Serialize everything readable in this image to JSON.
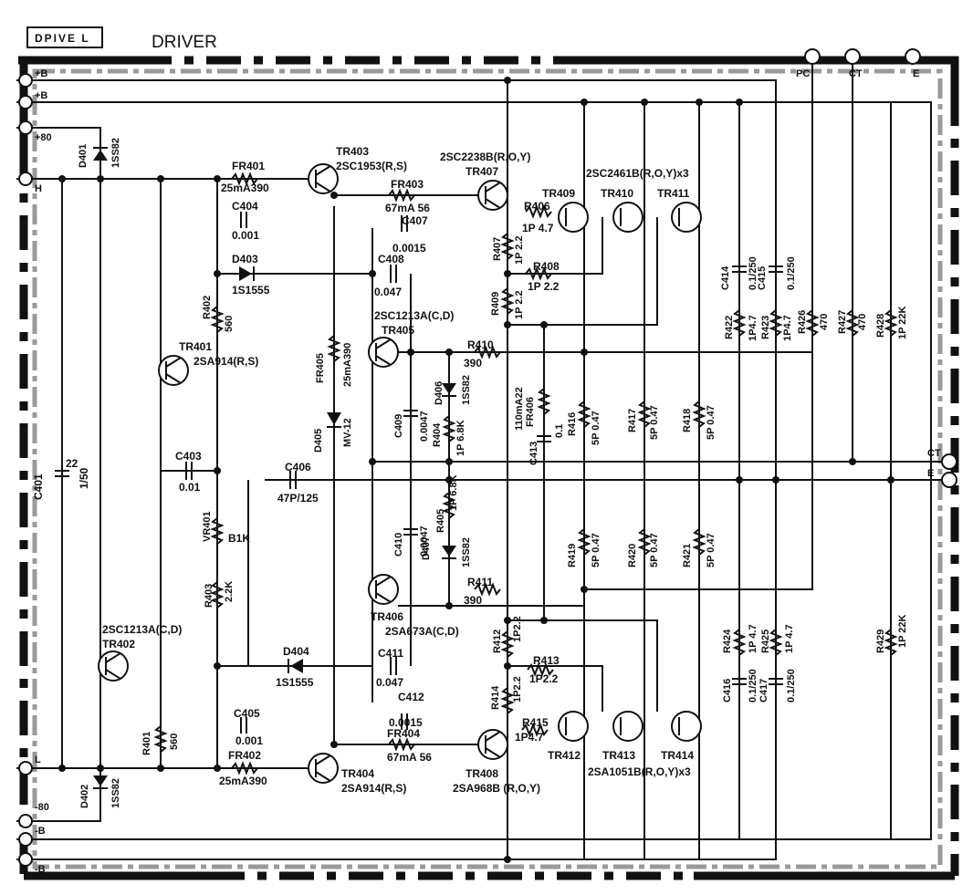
{
  "header": {
    "tag": "DPIVE L",
    "title": "DRIVER"
  },
  "terminals": {
    "left": [
      "+B",
      "+B",
      "+80",
      "H",
      "L",
      "-80",
      "-B",
      "-B"
    ],
    "right": [
      "PC",
      "CT",
      "E",
      "CT",
      "E"
    ]
  },
  "transistors": {
    "tr401": [
      "TR401",
      "2SA914(R,S)"
    ],
    "tr402": [
      "2SC1213A(C,D)",
      "TR402"
    ],
    "tr403": [
      "TR403",
      "2SC1953(R,S)"
    ],
    "tr404": [
      "TR404",
      "2SA914(R,S)"
    ],
    "tr405": [
      "2SC1213A(C,D)",
      "TR405"
    ],
    "tr406": [
      "TR406",
      "2SA673A(C,D)"
    ],
    "tr407": [
      "2SC2238B(R,O,Y)",
      "TR407"
    ],
    "tr408": [
      "TR408",
      "2SA968B (R,O,Y)"
    ],
    "upper_outputs": [
      "TR409",
      "TR410",
      "TR411"
    ],
    "upper_part": "2SC2461B(R,O,Y)x3",
    "lower_outputs": [
      "TR412",
      "TR413",
      "TR414"
    ],
    "lower_part": "2SA1051B(R,O,Y)x3"
  },
  "diodes": {
    "d401": [
      "D401",
      "1SS82"
    ],
    "d402": [
      "D402",
      "1SS82"
    ],
    "d403": [
      "D403",
      "1S1555"
    ],
    "d404": [
      "D404",
      "1S1555"
    ],
    "d405": [
      "D405",
      "MV-12"
    ],
    "d406": [
      "D406",
      "1SS82"
    ],
    "d407": [
      "D407",
      "1SS82"
    ]
  },
  "capacitors": {
    "c401": [
      "C401",
      "22",
      "1/50"
    ],
    "c403": [
      "C403",
      "0.01"
    ],
    "c404": [
      "C404",
      "0.001"
    ],
    "c405": [
      "C405",
      "0.001"
    ],
    "c406": [
      "C406",
      "47P/125"
    ],
    "c407": [
      "C407",
      "0.0015"
    ],
    "c408": [
      "C408",
      "0.047"
    ],
    "c409": [
      "C409",
      "0.0047"
    ],
    "c410": [
      "C410",
      "0.0047"
    ],
    "c411": [
      "C411",
      "0.047"
    ],
    "c412": [
      "C412",
      "0.0015"
    ],
    "c413": [
      "C413",
      "0.1"
    ],
    "c414": [
      "C414",
      "0.1/250"
    ],
    "c415": [
      "C415",
      "0.1/250"
    ],
    "c416": [
      "C416",
      "0.1/250"
    ],
    "c417": [
      "C417",
      "0.1/250"
    ]
  },
  "resistors": {
    "fr401": [
      "FR401",
      "25mA390"
    ],
    "fr402": [
      "FR402",
      "25mA390"
    ],
    "fr403": [
      "FR403",
      "67mA 56"
    ],
    "fr404": [
      "FR404",
      "67mA 56"
    ],
    "fr405": [
      "FR405",
      "25mA390"
    ],
    "fr406": [
      "FR406",
      "110mA22"
    ],
    "r401": [
      "R401",
      "560"
    ],
    "r402": [
      "R402",
      "560"
    ],
    "r403": [
      "R403",
      "2.2K"
    ],
    "vr401": [
      "VR401",
      "B1K"
    ],
    "r404": [
      "R404",
      "1P 6.8K"
    ],
    "r405": [
      "R405",
      "1P 6.8K"
    ],
    "r406": [
      "R406",
      "1P 4.7"
    ],
    "r407": [
      "R407",
      "1P 2.2"
    ],
    "r408": [
      "R408",
      "1P 2.2"
    ],
    "r409": [
      "R409",
      "1P 2.2"
    ],
    "r410": [
      "R410",
      "390"
    ],
    "r411": [
      "R411",
      "390"
    ],
    "r412": [
      "R412",
      "1P2.2"
    ],
    "r413": [
      "R413",
      "1P2.2"
    ],
    "r414": [
      "R414",
      "1P2.2"
    ],
    "r415": [
      "R415",
      "1P4.7"
    ],
    "r416": [
      "R416",
      "5P 0.47"
    ],
    "r417": [
      "R417",
      "5P 0.47"
    ],
    "r418": [
      "R418",
      "5P 0.47"
    ],
    "r419": [
      "R419",
      "5P 0.47"
    ],
    "r420": [
      "R420",
      "5P 0.47"
    ],
    "r421": [
      "R421",
      "5P 0.47"
    ],
    "r422": [
      "R422",
      "1P4.7"
    ],
    "r423": [
      "R423",
      "1P4.7"
    ],
    "r424": [
      "R424",
      "1P 4.7"
    ],
    "r425": [
      "R425",
      "1P 4.7"
    ],
    "r426": [
      "R426",
      "470"
    ],
    "r427": [
      "R427",
      "470"
    ],
    "r428": [
      "R428",
      "1P 22K"
    ],
    "r429": [
      "R429",
      "1P 22K"
    ]
  }
}
